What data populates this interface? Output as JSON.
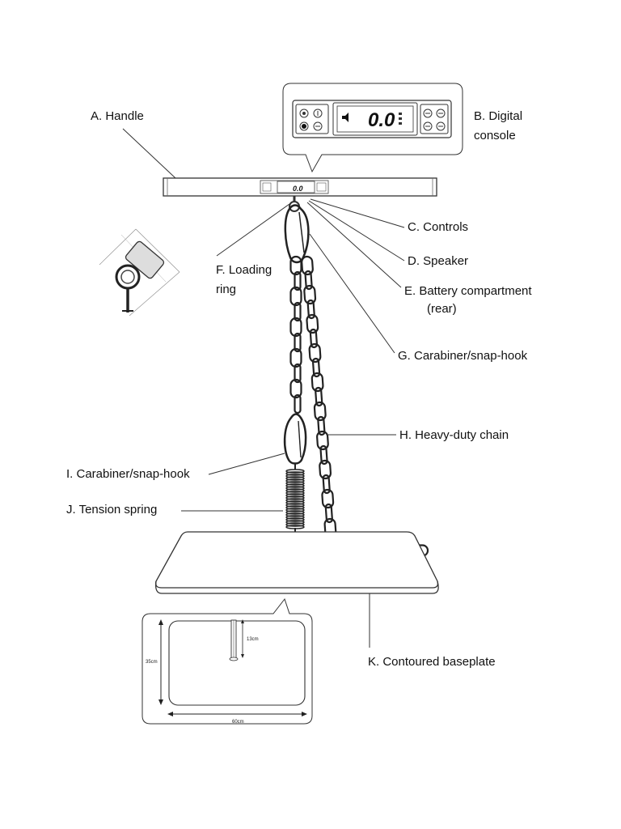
{
  "labels": {
    "handle": "A. Handle",
    "digital_console_line1": "B. Digital",
    "digital_console_line2": "console",
    "controls": "C. Controls",
    "speaker": "D. Speaker",
    "battery_line1": "E. Battery compartment",
    "battery_line2": "(rear)",
    "loading_ring_line1": "F. Loading",
    "loading_ring_line2": "ring",
    "carabiner_g": "G. Carabiner/snap-hook",
    "chain": "H. Heavy-duty chain",
    "carabiner_i": "I. Carabiner/snap-hook",
    "spring": "J. Tension spring",
    "baseplate": "K. Contoured baseplate"
  },
  "console": {
    "reading_large": "0.0",
    "reading_small": "0.0"
  },
  "dimensions": {
    "height": "35cm",
    "width": "60cm",
    "bolt": "13cm"
  },
  "icons": [
    "speaker-icon",
    "power-icon",
    "record-icon",
    "button-icon"
  ]
}
